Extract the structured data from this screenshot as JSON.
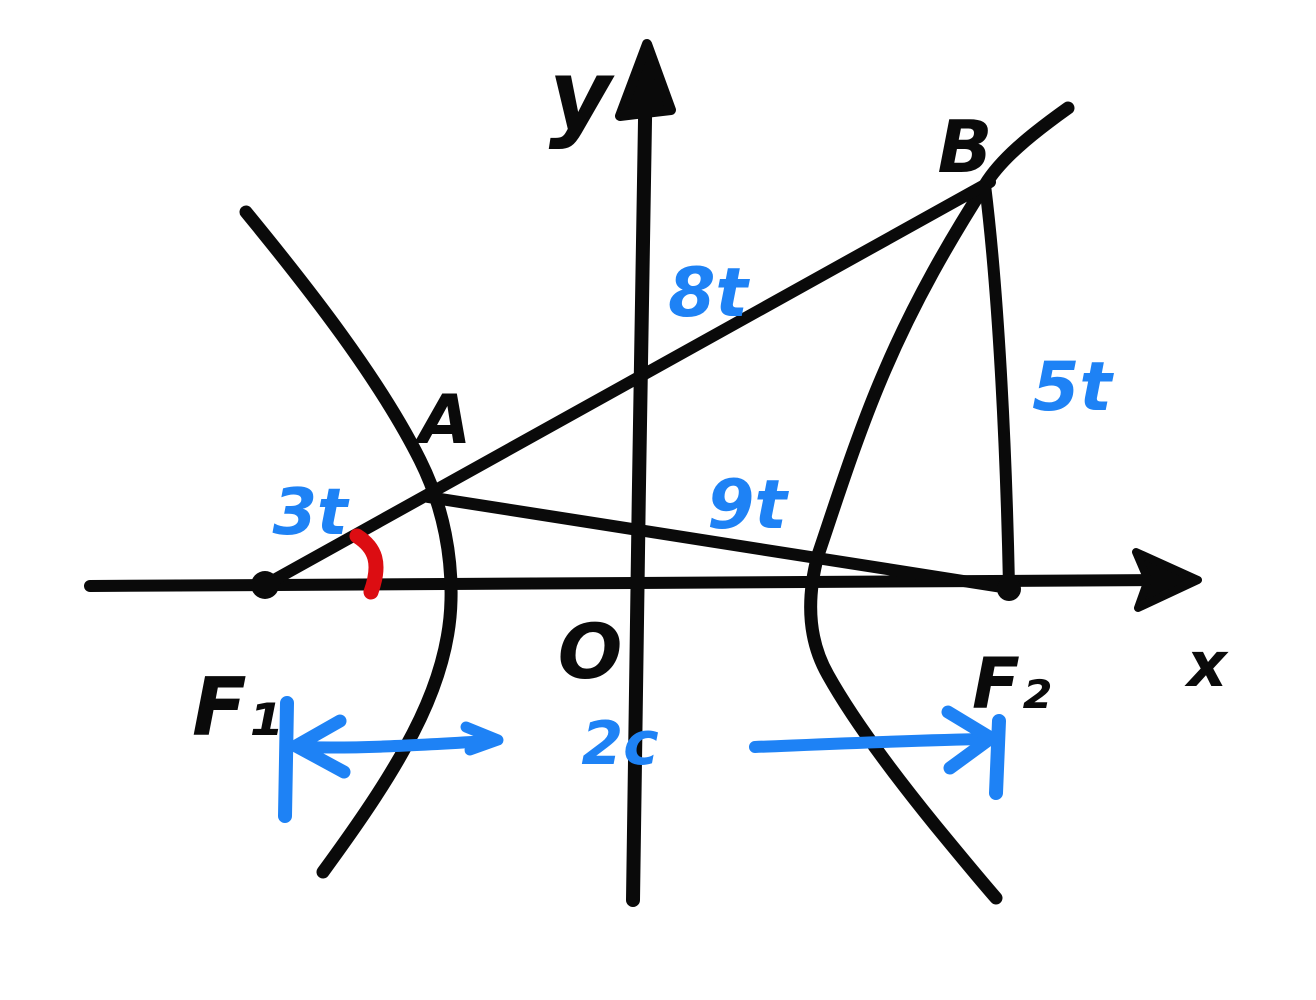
{
  "figure": {
    "kind": "hand-drawn hyperbola focal-chord diagram",
    "background": "#ffffff"
  },
  "axes": {
    "x_label": "x",
    "y_label": "y",
    "origin_label": "O"
  },
  "points": {
    "F1": {
      "label": "F₁"
    },
    "F2": {
      "label": "F₂"
    },
    "A": {
      "label": "A"
    },
    "B": {
      "label": "B"
    }
  },
  "measurements": {
    "segment_F1A": "3t",
    "segment_F1B": "8t",
    "segment_AF2": "9t",
    "segment_BF2": "5t",
    "focal_distance": "2c"
  },
  "colors": {
    "ink": "#0a0a0a",
    "annotation_blue": "#1e82f5",
    "angle_mark_red": "#dc0d12"
  }
}
